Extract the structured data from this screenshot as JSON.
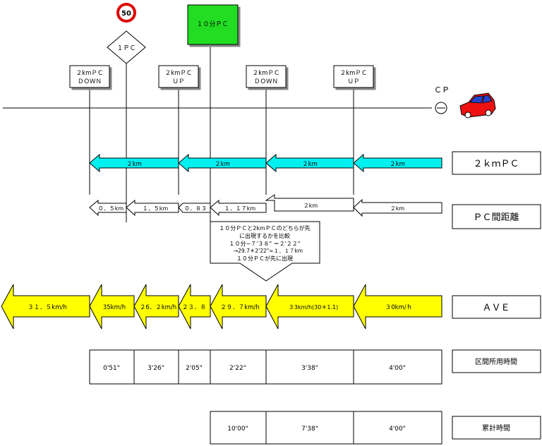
{
  "speed_sign": {
    "value": "50",
    "color": "#dd0000"
  },
  "pc_1": {
    "label": "１ＰＣ"
  },
  "pc_10min": {
    "label": "１０分ＰＣ",
    "color": "#22dd22"
  },
  "cp": {
    "label": "ＣＰ"
  },
  "markers": [
    {
      "line1": "２kmＰＣ",
      "line2": "ＤＯＷＮ"
    },
    {
      "line1": "２kmＰＣ",
      "line2": "ＵＰ"
    },
    {
      "line1": "２kmＰＣ",
      "line2": "ＤＯＷＮ"
    },
    {
      "line1": "２kmＰＣ",
      "line2": "ＵＰ"
    }
  ],
  "row_labels": {
    "pc2km": "２ｋｍＰＣ",
    "pcdist": "ＰＣ間距離",
    "ave": "ＡＶＥ",
    "section_time": "区間所用時間",
    "cumulative_time": "累計時間"
  },
  "cyan_arrows": [
    "２km",
    "２km",
    "２km",
    "２km"
  ],
  "distance_arrows": [
    "０．５km",
    "１．５km",
    "０．８３",
    "１．１７km",
    "２km",
    "２km"
  ],
  "ave_arrows": [
    "３１．５km/h",
    "35km/h",
    "２6．２km/h",
    "２３．８",
    "２９．７km/h",
    "３3km/h(30＊1.1)",
    "３0km/ｈ"
  ],
  "note": {
    "lines": [
      "１０分ＰＣと2kmＰＣのどちらが先",
      "に出現するかを比較",
      "１０分−７'３８\" ＝２'２２\"",
      "→29.7＊2'22\"=１．１７km",
      "１０分ＰＣが先に出現"
    ]
  },
  "section_times": [
    "0'51\"",
    "3'26\"",
    "2'05\"",
    "2'22\"",
    "3'38\"",
    "4'00\""
  ],
  "cumulative_times": [
    "10'00\"",
    "7'38\"",
    "4'00\""
  ],
  "colors": {
    "cyan": "#00f0f0",
    "yellow": "#ffff00",
    "car_red": "#ee1111",
    "car_blue": "#2244cc"
  }
}
